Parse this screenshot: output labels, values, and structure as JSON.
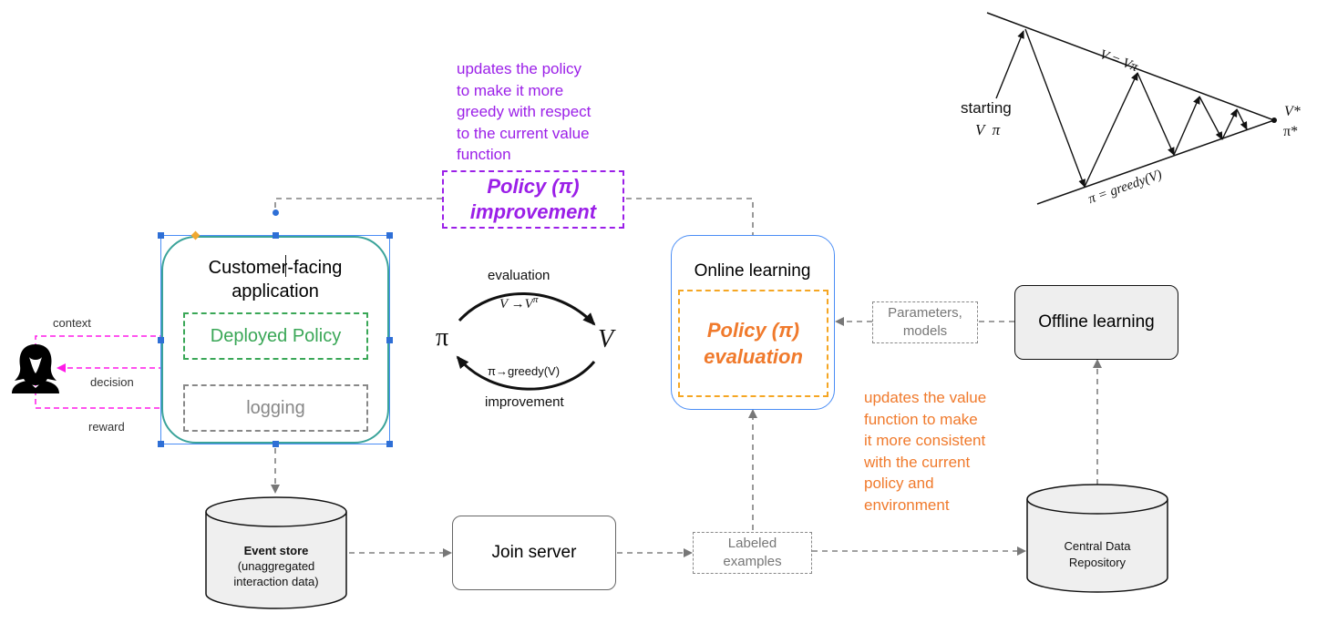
{
  "improvement_note": [
    "updates the policy",
    "to make it more",
    "greedy with respect",
    "to the current value",
    "function"
  ],
  "improvement_box": {
    "line1": "Policy (π)",
    "line2": "improvement"
  },
  "customer_app": {
    "title_line1": "Customer-facing",
    "title_line2": "application",
    "deployed_policy": "Deployed Policy",
    "logging": "logging"
  },
  "user_loop": {
    "context": "context",
    "decision": "decision",
    "reward": "reward"
  },
  "cycle": {
    "top_label": "evaluation",
    "top_formula": "V →V",
    "top_formula_sup": "π",
    "bottom_label": "improvement",
    "bottom_formula": "π→greedy(V)",
    "pi": "π",
    "v": "V"
  },
  "online_learning": {
    "title": "Online learning",
    "eval_line1": "Policy (π)",
    "eval_line2": "evaluation"
  },
  "params_box": {
    "line1": "Parameters,",
    "line2": "models"
  },
  "offline_learning": {
    "title": "Offline learning"
  },
  "evaluation_note": [
    "updates the value",
    "function to make",
    "it more consistent",
    "with the current",
    "policy and",
    "environment"
  ],
  "event_store": {
    "title": "Event store",
    "line2": "(unaggregated",
    "line3": "interaction data)"
  },
  "join_server": {
    "title": "Join server"
  },
  "labeled": {
    "line1": "Labeled",
    "line2": "examples"
  },
  "central_repo": {
    "line1": "Central Data",
    "line2": "Repository"
  },
  "gpi_diagram": {
    "top_eq": "V = Vπ",
    "bottom_eq": "π = greedy(V)",
    "start_line1": "starting",
    "start_line2": "V  π",
    "v_star": "V*",
    "pi_star": "π*"
  },
  "colors": {
    "purple": "#9b1fe8",
    "orange": "#f07a2c",
    "green": "#3aa757",
    "magenta": "#ff1ae8",
    "blue": "#4a8df5",
    "teal": "#3aa39a",
    "gray": "#808080"
  }
}
